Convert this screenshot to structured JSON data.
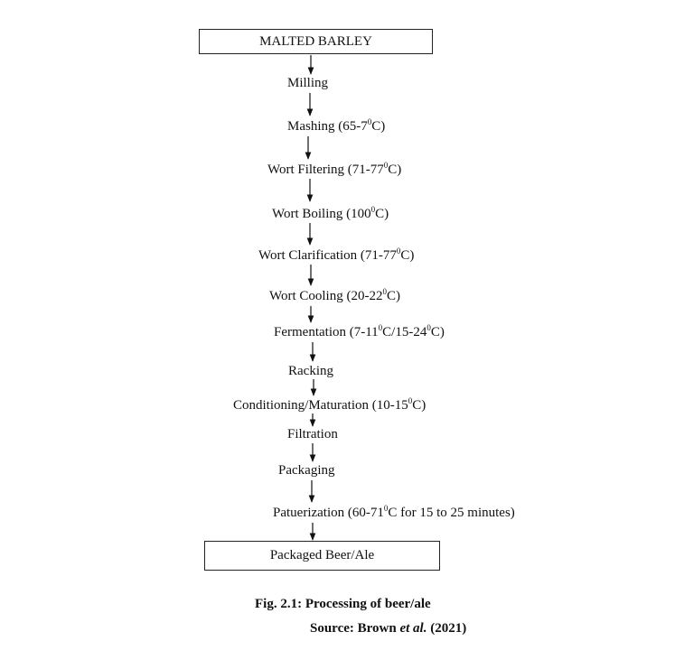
{
  "diagram": {
    "start": "MALTED BARLEY",
    "end": "Packaged Beer/Ale",
    "steps": {
      "milling": "Milling",
      "mashing": "Mashing (65-7",
      "mashing_end": "C)",
      "filtering": "Wort Filtering (71-77",
      "filtering_end": "C)",
      "boiling": "Wort Boiling (100",
      "boiling_end": "C)",
      "clarification": "Wort Clarification (71-77",
      "clarification_end": "C)",
      "cooling": "Wort Cooling (20-22",
      "cooling_end": "C)",
      "fermentation": "Fermentation (7-11",
      "fermentation_mid": "C/15-24",
      "fermentation_end": "C)",
      "racking": "Racking",
      "conditioning": "Conditioning/Maturation (10-15",
      "conditioning_end": "C)",
      "filtration": "Filtration",
      "packaging": "Packaging",
      "pasteurization": "Patuerization (60-71",
      "pasteurization_end": "C for 15 to 25 minutes)"
    },
    "degree_mark": "0"
  },
  "caption": {
    "figure": "Fig. 2.1: Processing of beer/ale",
    "source_prefix": "Source: Brown ",
    "source_italic": "et al.",
    "source_suffix": " (2021)"
  }
}
